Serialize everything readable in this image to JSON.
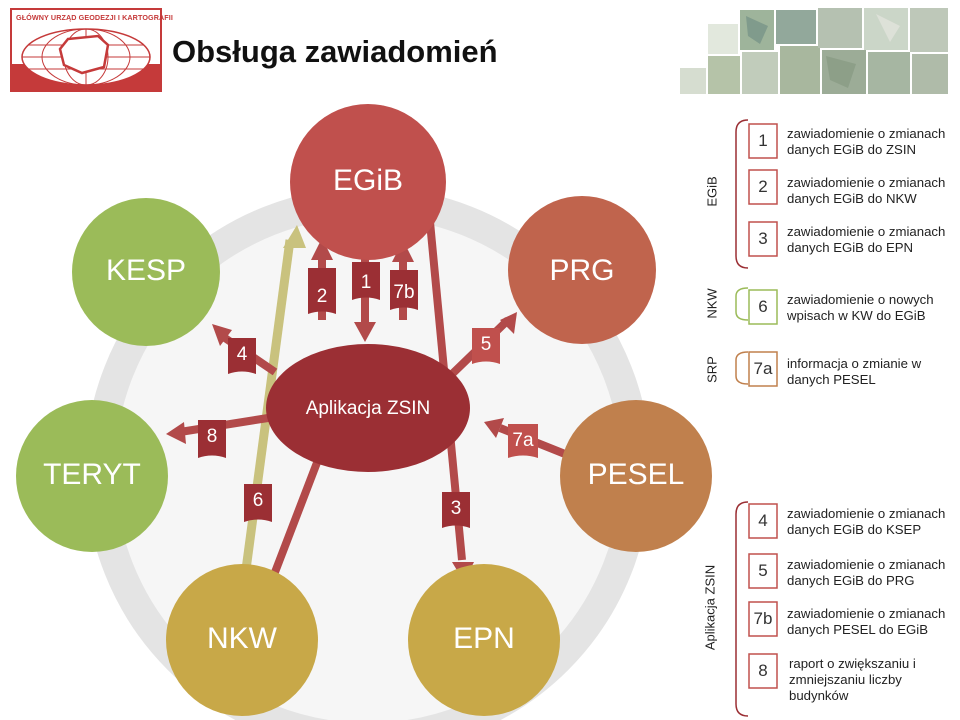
{
  "header": {
    "logo_text": "GŁÓWNY URZĄD GEODEZJI I KARTOGRAFII",
    "title": "Obsługa zawiadomień"
  },
  "colors": {
    "dark_red": "#9b2f34",
    "mid_red": "#c0504d",
    "green": "#9bbb59",
    "brown": "#c0804d",
    "olive": "#c8a848"
  },
  "nodes": {
    "egib": "EGiB",
    "kesp": "KESP",
    "prg": "PRG",
    "aplikacja": "Aplikacja ZSIN",
    "teryt": "TERYT",
    "pesel": "PESEL",
    "nkw": "NKW",
    "epn": "EPN"
  },
  "badges": {
    "b1": "1",
    "b2": "2",
    "b7b": "7b",
    "b4": "4",
    "b5": "5",
    "b8": "8",
    "b7a": "7a",
    "b6": "6",
    "b3": "3"
  },
  "legend": {
    "groups": {
      "egib": "EGiB",
      "nkw": "NKW",
      "srp": "SRP",
      "zsin": "Aplikacja ZSIN"
    },
    "items": [
      {
        "num": "1",
        "line1": "zawiadomienie o zmianach",
        "line2": "danych EGiB do ZSIN"
      },
      {
        "num": "2",
        "line1": "zawiadomienie o zmianach",
        "line2": "danych EGiB do NKW"
      },
      {
        "num": "3",
        "line1": "zawiadomienie o zmianach",
        "line2": "danych EGiB do EPN"
      },
      {
        "num": "6",
        "line1": "zawiadomienie o nowych",
        "line2": "wpisach w KW do EGiB"
      },
      {
        "num": "7a",
        "line1": "informacja o zmianie w",
        "line2": "danych PESEL"
      },
      {
        "num": "4",
        "line1": "zawiadomienie o zmianach",
        "line2": "danych EGiB do KSEP"
      },
      {
        "num": "5",
        "line1": "zawiadomienie o zmianach",
        "line2": "danych EGiB do PRG"
      },
      {
        "num": "7b",
        "line1": "zawiadomienie o zmianach",
        "line2": "danych PESEL do EGiB"
      },
      {
        "num": "8",
        "line1": "raport o zwiększaniu i",
        "line2": "zmniejszaniu liczby",
        "line3": "budynków"
      }
    ]
  }
}
